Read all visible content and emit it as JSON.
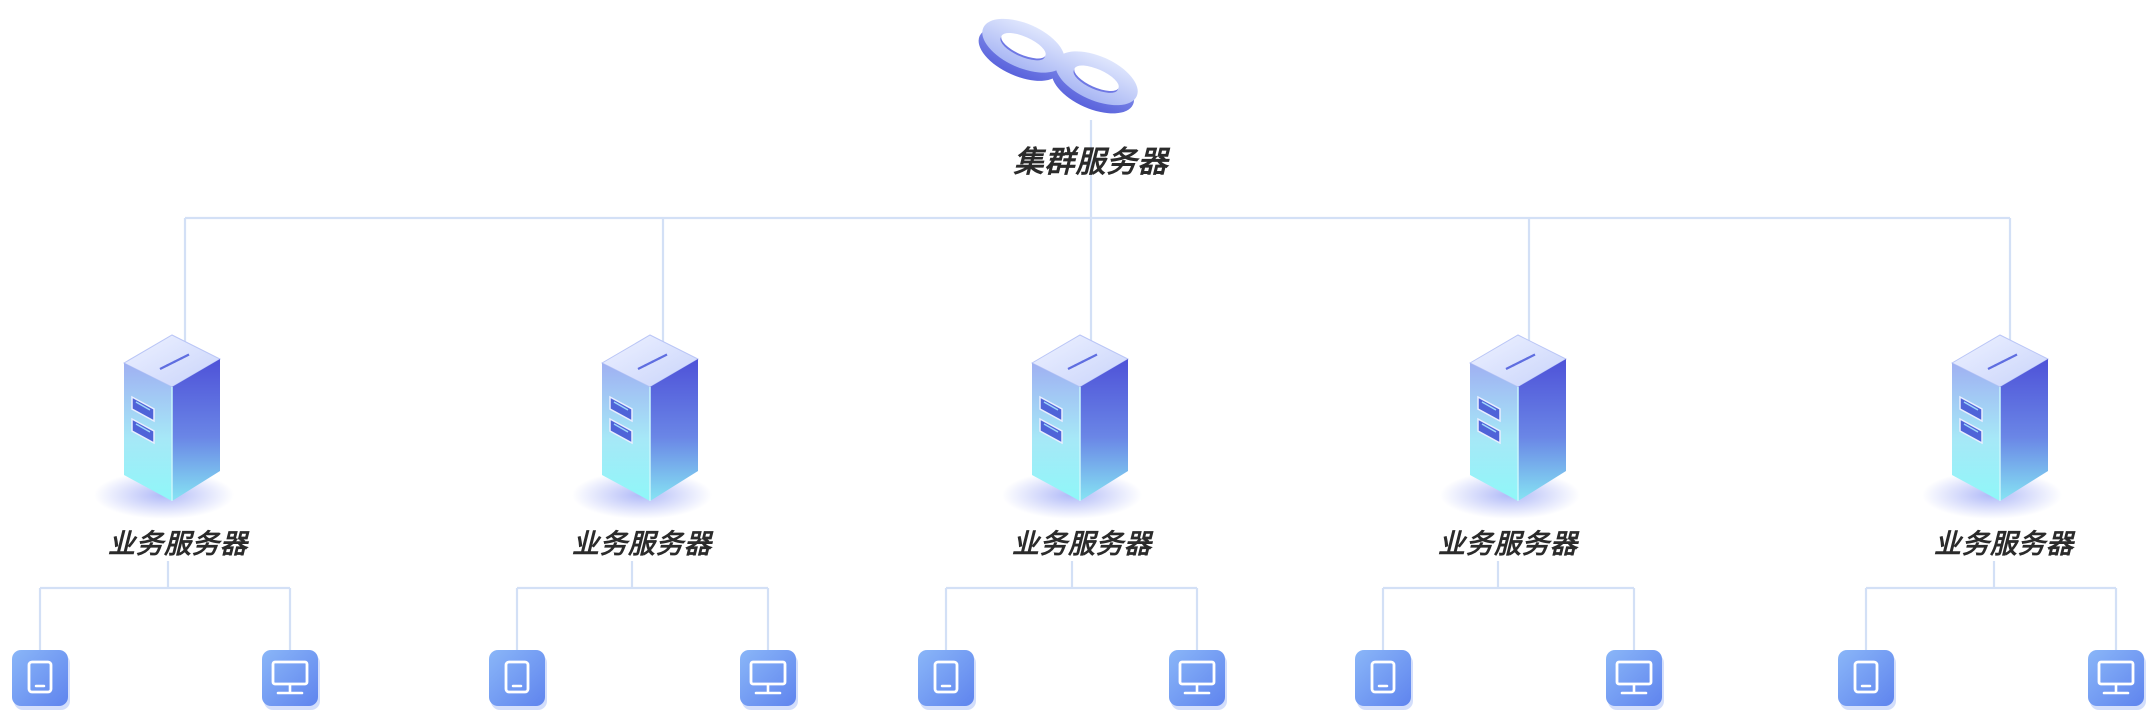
{
  "root": {
    "label": "集群服务器",
    "icon": "infinity-cluster-icon"
  },
  "servers": [
    {
      "label": "业务服务器",
      "icon": "server-tower-icon",
      "devices": [
        {
          "icon": "tablet-icon"
        },
        {
          "icon": "desktop-monitor-icon"
        }
      ]
    },
    {
      "label": "业务服务器",
      "icon": "server-tower-icon",
      "devices": [
        {
          "icon": "tablet-icon"
        },
        {
          "icon": "desktop-monitor-icon"
        }
      ]
    },
    {
      "label": "业务服务器",
      "icon": "server-tower-icon",
      "devices": [
        {
          "icon": "tablet-icon"
        },
        {
          "icon": "desktop-monitor-icon"
        }
      ]
    },
    {
      "label": "业务服务器",
      "icon": "server-tower-icon",
      "devices": [
        {
          "icon": "tablet-icon"
        },
        {
          "icon": "desktop-monitor-icon"
        }
      ]
    },
    {
      "label": "业务服务器",
      "icon": "server-tower-icon",
      "devices": [
        {
          "icon": "tablet-icon"
        },
        {
          "icon": "desktop-monitor-icon"
        }
      ]
    }
  ],
  "colors": {
    "connector": "#d3e0f6",
    "server_top": "#5a63e0",
    "server_bottom": "#7ff0f6",
    "device_tile": "#6f9cf4",
    "label": "#2b2b2b"
  }
}
